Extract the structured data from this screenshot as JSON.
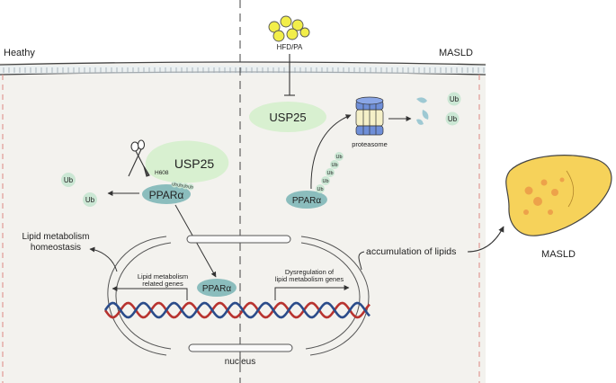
{
  "panels": {
    "left_title": "Heathy",
    "right_title": "MASLD"
  },
  "stimulus": {
    "label": "HFD/PA"
  },
  "proteins": {
    "usp25": "USP25",
    "ppara": "PPARα",
    "ub": "Ub",
    "h608": "H608",
    "proteasome": "proteasome"
  },
  "processes": {
    "lipid_homeostasis_line1": "Lipid metabolism",
    "lipid_homeostasis_line2": "homeostasis",
    "related_genes_line1": "Lipid metabolism",
    "related_genes_line2": "related genes",
    "dysregulation_line1": "Dysregulation of",
    "dysregulation_line2": "lipid metabolism genes",
    "accumulation": "accumulation of lipids",
    "nucleus": "nucleus"
  },
  "organ": {
    "label": "MASLD"
  },
  "colors": {
    "usp25_fill": "#d8f0d0",
    "ppara_fill": "#8bbdbd",
    "ub_fill": "#cbe7d4",
    "cell_fill": "#f3f2ee",
    "dna_red": "#b8332f",
    "dna_blue": "#2b4c8a",
    "liver_fill": "#f6d25a",
    "liver_spot": "#eda24a",
    "pa_fill": "#f2ee4a",
    "membrane_red": "#e29a94"
  }
}
